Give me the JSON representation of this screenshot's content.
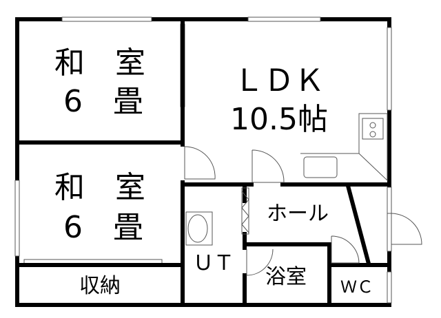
{
  "rooms": {
    "washitsu_top": {
      "line1": "和　室",
      "line2": "6　畳"
    },
    "washitsu_bottom": {
      "line1": "和　室",
      "line2": "6　畳"
    },
    "storage": "収納",
    "ldk": {
      "line1": "ＬＤＫ",
      "line2": "10.5帖"
    },
    "hall": "ホール",
    "ut": "ＵＴ",
    "bath": "浴室",
    "wc": "ＷＣ"
  }
}
